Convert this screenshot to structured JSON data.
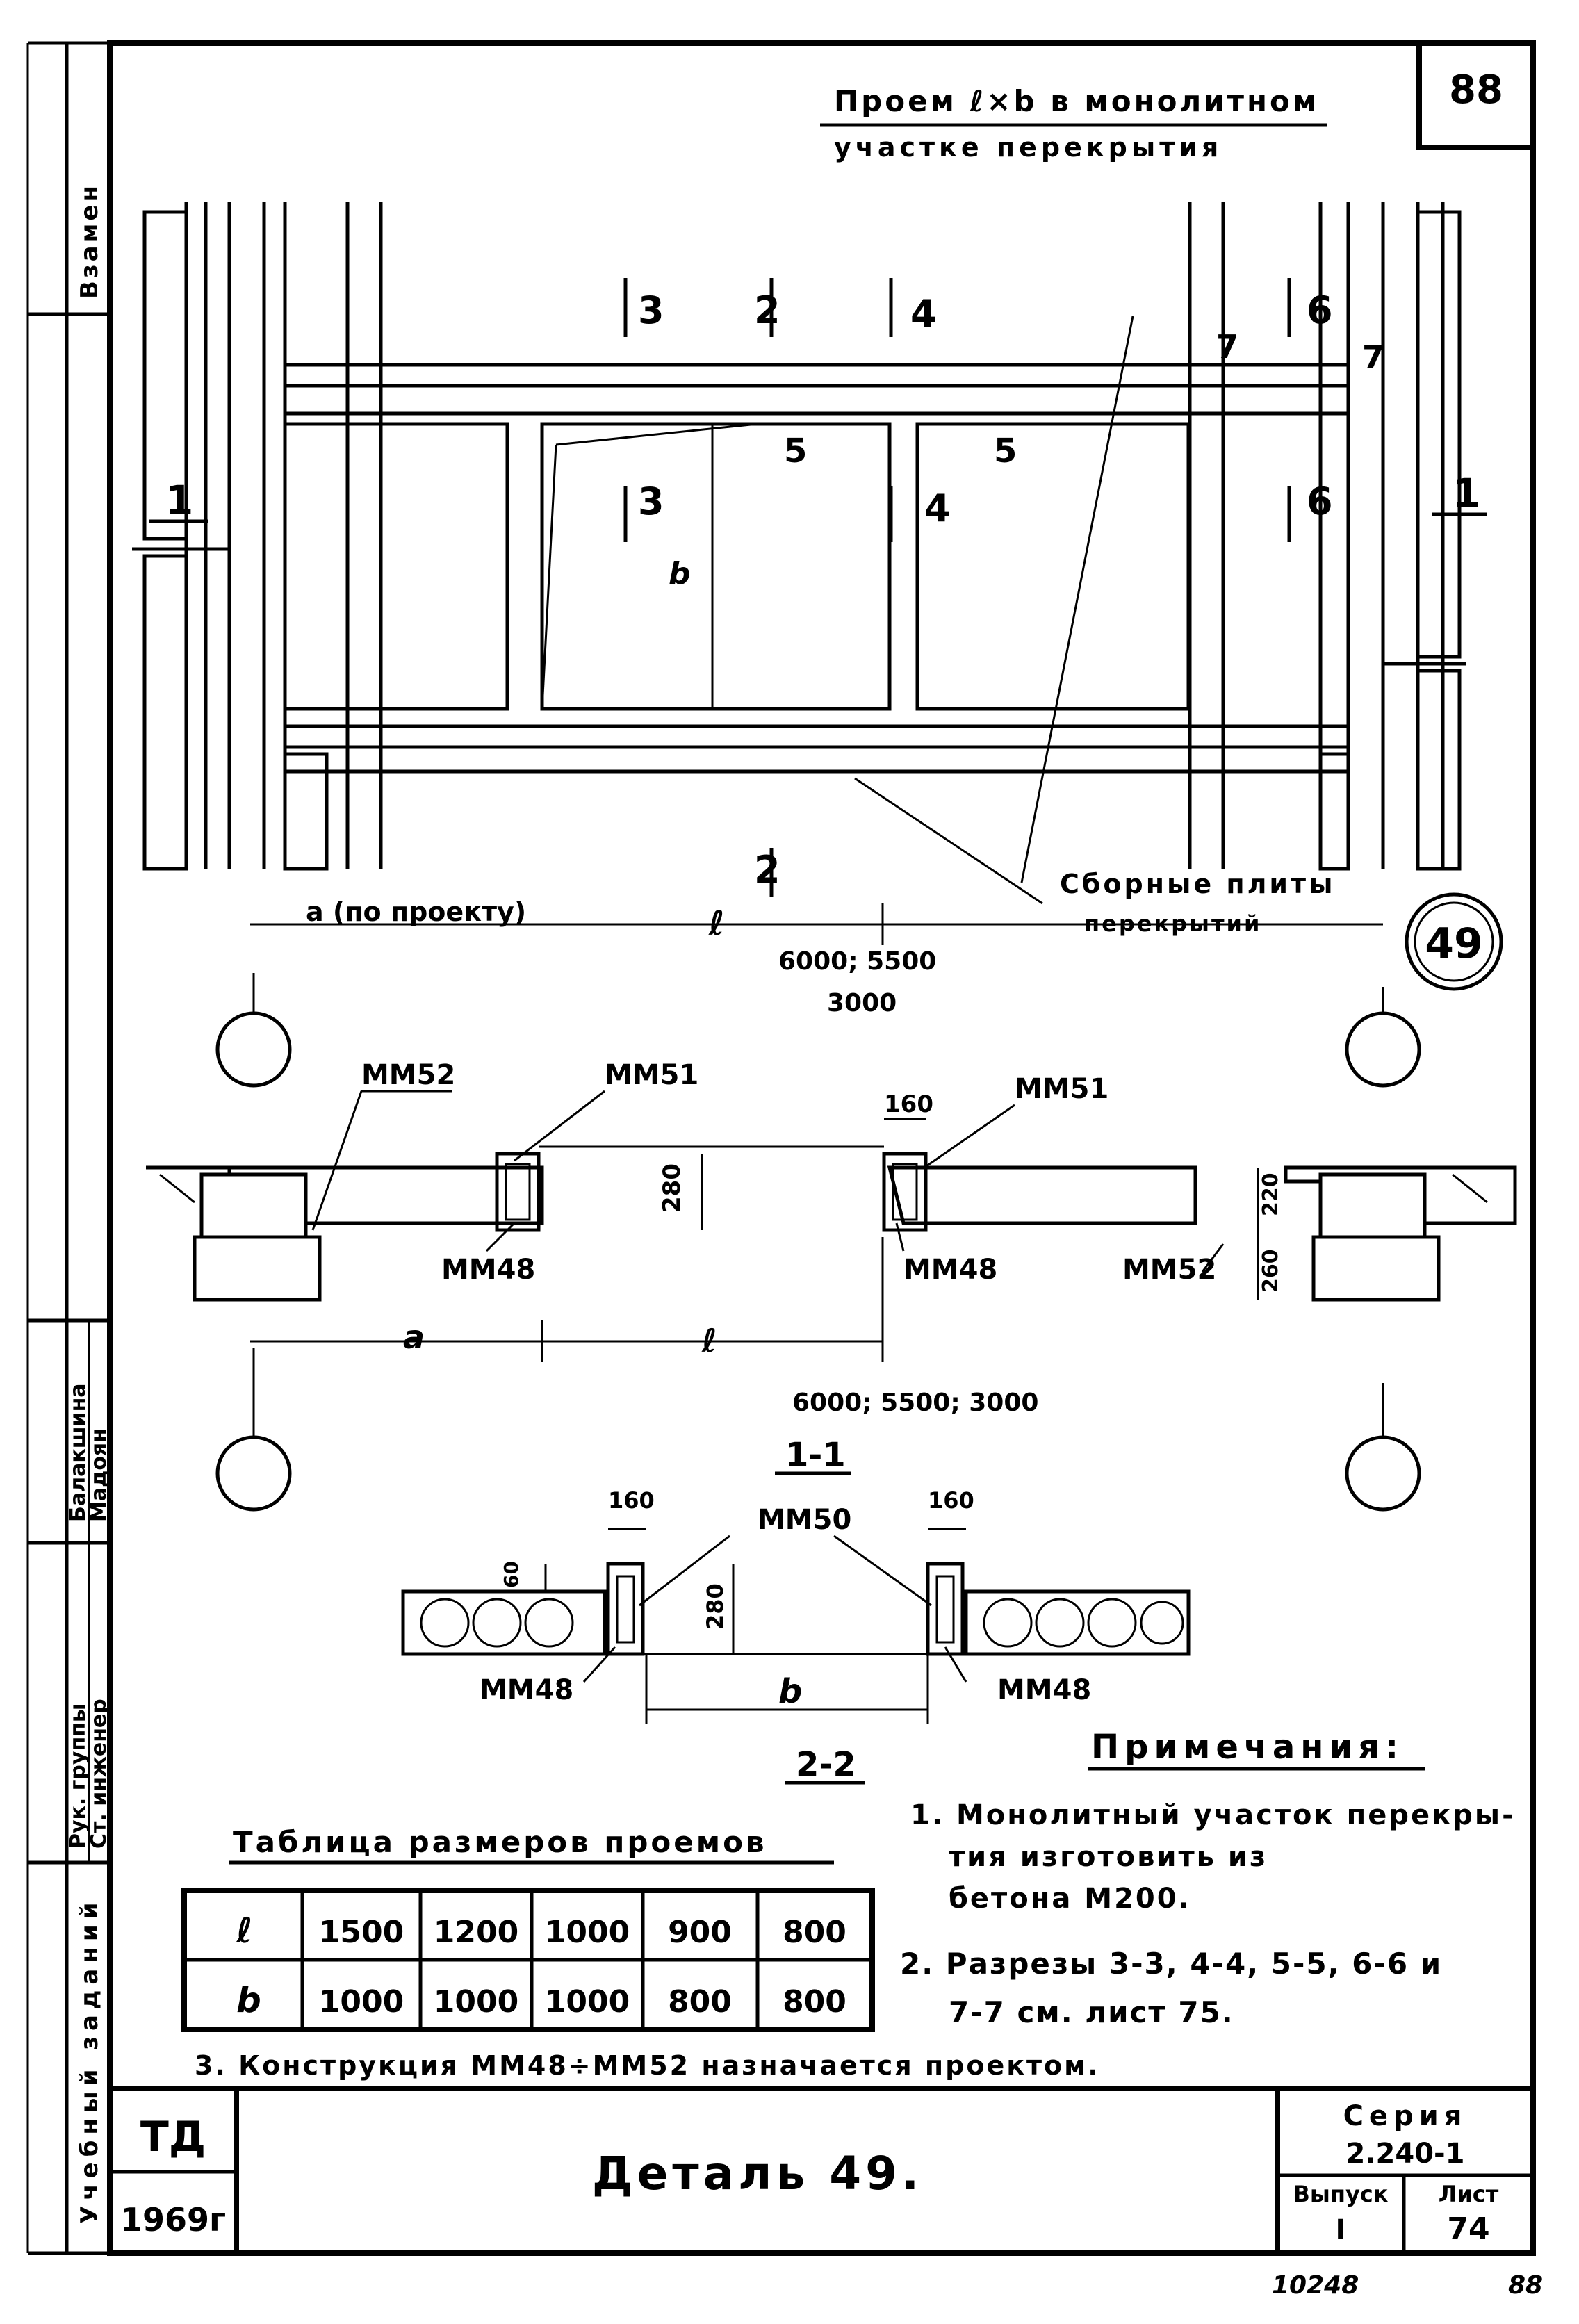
{
  "sheet_number": "88",
  "title_line1": "Проем ℓ×b в монолитном",
  "title_line2": "участке перекрытия",
  "plan": {
    "sections": [
      "1",
      "1",
      "3",
      "2",
      "4",
      "5",
      "6",
      "7",
      "3",
      "4",
      "5",
      "6",
      "7",
      "2"
    ],
    "dim_a": "a (по проекту)",
    "dim_l": "ℓ",
    "dim_b": "b",
    "span_values_line1": "6000; 5500",
    "span_values_line2": "3000",
    "label_slabs_line1": "Сборные плиты",
    "label_slabs_line2": "перекрытий",
    "detail_number": "49"
  },
  "section11": {
    "title": "1-1",
    "mm52_left": "ММ52",
    "mm51_left": "ММ51",
    "mm51_right": "ММ51",
    "mm48_left": "ММ48",
    "mm48_right": "ММ48",
    "mm52_right": "ММ52",
    "dim_160": "160",
    "dim_280": "280",
    "dim_220": "220",
    "dim_260": "260",
    "dim_a": "a",
    "dim_l": "ℓ",
    "span_values": "6000; 5500; 3000"
  },
  "section22": {
    "title": "2-2",
    "mm50": "ММ50",
    "mm48_left": "ММ48",
    "mm48_right": "ММ48",
    "dim_160_left": "160",
    "dim_160_right": "160",
    "dim_60": "60",
    "dim_280": "280",
    "dim_b": "b"
  },
  "table": {
    "title": "Таблица размеров проемов",
    "rows": [
      {
        "label": "ℓ",
        "values": [
          "1500",
          "1200",
          "1000",
          "900",
          "800"
        ]
      },
      {
        "label": "b",
        "values": [
          "1000",
          "1000",
          "1000",
          "800",
          "800"
        ]
      }
    ]
  },
  "notes": {
    "heading": "Примечания:",
    "n1_line1": "1. Монолитный участок перекры-",
    "n1_line2": "тия изготовить из",
    "n1_line3": "бетона М200.",
    "n2_line1": "2. Разрезы 3-3, 4-4, 5-5, 6-6 и",
    "n2_line2": "7-7 см. лист 75.",
    "n3": "3. Конструкция ММ48÷ММ52 назначается проектом."
  },
  "side_stamp": {
    "vzamen": "Взамен",
    "uchebny": "Учебный заданий",
    "ruk_gruppy": "Рук. группы",
    "st_inzhener": "Ст. инженер",
    "name1": "Балакшина",
    "name2": "Мадоян"
  },
  "title_block": {
    "org": "ТД",
    "year": "1969г",
    "name": "Деталь 49.",
    "seriya_label": "Серия",
    "seriya_value": "2.240-1",
    "vypusk_label": "Выпуск",
    "vypusk_value": "I",
    "list_label": "Лист",
    "list_value": "74"
  },
  "footer": {
    "code": "10248",
    "page": "88"
  }
}
